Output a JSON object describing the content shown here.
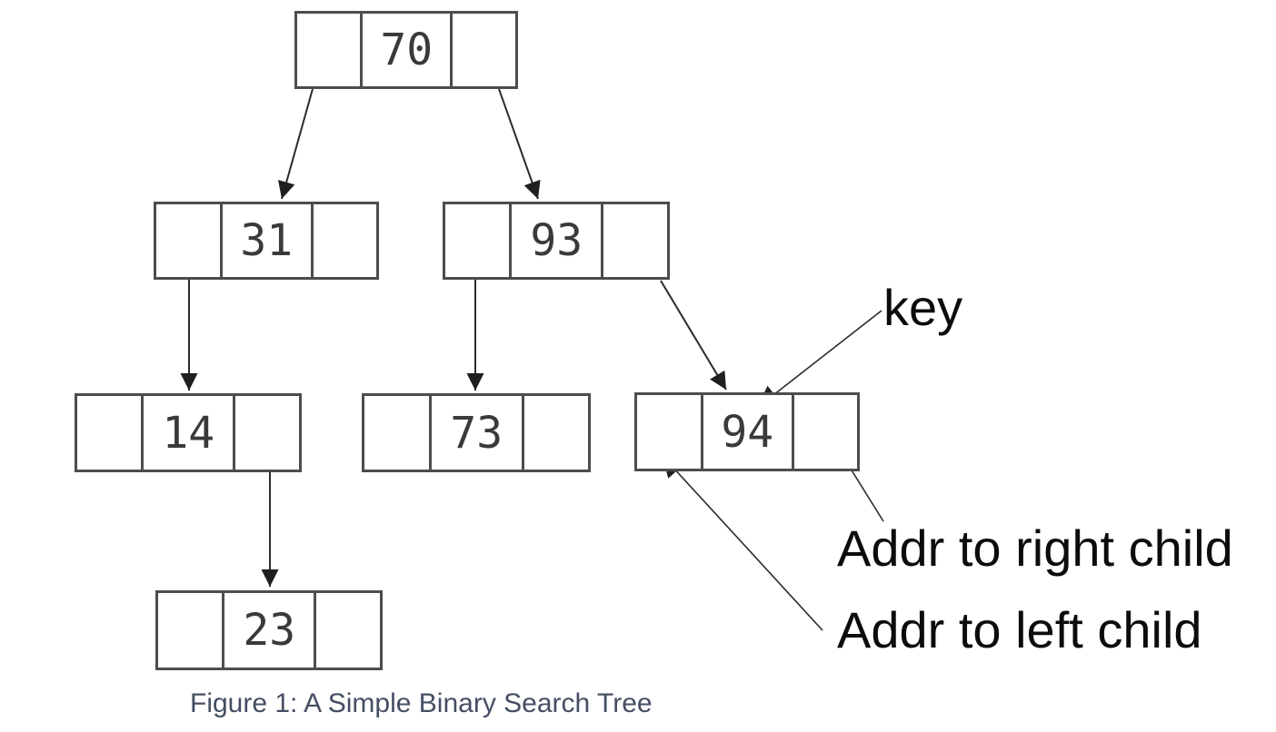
{
  "figure": {
    "caption": "Figure 1: A Simple Binary Search Tree"
  },
  "tree": {
    "nodes": [
      {
        "key": "70"
      },
      {
        "key": "31"
      },
      {
        "key": "93"
      },
      {
        "key": "14"
      },
      {
        "key": "73"
      },
      {
        "key": "94"
      },
      {
        "key": "23"
      }
    ],
    "edges": [
      {
        "from": "70",
        "to": "31",
        "via": "left-pointer"
      },
      {
        "from": "70",
        "to": "93",
        "via": "right-pointer"
      },
      {
        "from": "31",
        "to": "14",
        "via": "left-pointer"
      },
      {
        "from": "93",
        "to": "73",
        "via": "left-pointer"
      },
      {
        "from": "93",
        "to": "94",
        "via": "right-pointer"
      },
      {
        "from": "14",
        "to": "23",
        "via": "right-pointer"
      }
    ]
  },
  "annotations": {
    "key_label": "key",
    "addr_right_label": "Addr to right child",
    "addr_left_label": "Addr to left child"
  },
  "colors": {
    "node_border": "#4d4d4d",
    "node_text": "#3a3a3a",
    "arrow": "#1f1f1f",
    "annotation_text": "#0c0c0c",
    "caption_text": "#454e63",
    "background": "#ffffff"
  }
}
